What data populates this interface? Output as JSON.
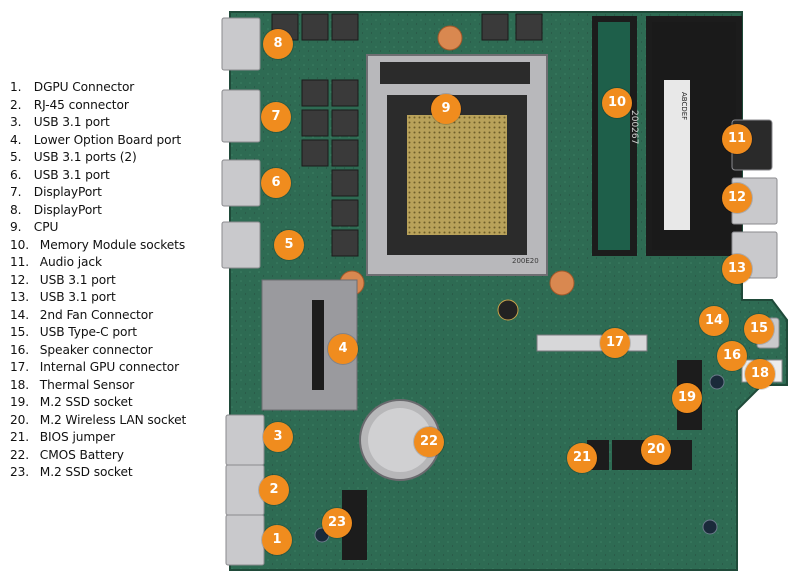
{
  "legend": [
    {
      "num": "1.",
      "label": "DGPU Connector"
    },
    {
      "num": "2.",
      "label": "RJ-45 connector"
    },
    {
      "num": "3.",
      "label": "USB 3.1 port"
    },
    {
      "num": "4.",
      "label": "Lower Option Board port"
    },
    {
      "num": "5.",
      "label": "USB 3.1 ports (2)"
    },
    {
      "num": "6.",
      "label": "USB 3.1 port"
    },
    {
      "num": "7.",
      "label": "DisplayPort"
    },
    {
      "num": "8.",
      "label": "DisplayPort"
    },
    {
      "num": "9.",
      "label": "CPU"
    },
    {
      "num": "10.",
      "label": "Memory Module sockets"
    },
    {
      "num": "11.",
      "label": "Audio jack"
    },
    {
      "num": "12.",
      "label": "USB 3.1 port"
    },
    {
      "num": "13.",
      "label": "USB 3.1 port"
    },
    {
      "num": "14.",
      "label": "2nd Fan Connector"
    },
    {
      "num": "15.",
      "label": "USB Type-C port"
    },
    {
      "num": "16.",
      "label": "Speaker connector"
    },
    {
      "num": "17.",
      "label": "Internal GPU connector"
    },
    {
      "num": "18.",
      "label": "Thermal Sensor"
    },
    {
      "num": "19.",
      "label": "M.2 SSD socket"
    },
    {
      "num": "20.",
      "label": "M.2 Wireless LAN socket"
    },
    {
      "num": "21.",
      "label": "BIOS jumper"
    },
    {
      "num": "22.",
      "label": "CMOS Battery"
    },
    {
      "num": "23.",
      "label": "M.2 SSD socket"
    }
  ],
  "callouts": [
    "8",
    "7",
    "6",
    "5",
    "9",
    "10",
    "11",
    "12",
    "13",
    "4",
    "17",
    "14",
    "15",
    "16",
    "18",
    "19",
    "3",
    "22",
    "20",
    "21",
    "2",
    "23",
    "1"
  ],
  "board_silkscreen": {
    "memory_sticker_a": "ABCDEF",
    "memory_sticker_b": "200267",
    "socket_text": "200E20"
  },
  "colors": {
    "board": "#2e6b53",
    "callout": "#f08c1e",
    "text": "#111111"
  }
}
